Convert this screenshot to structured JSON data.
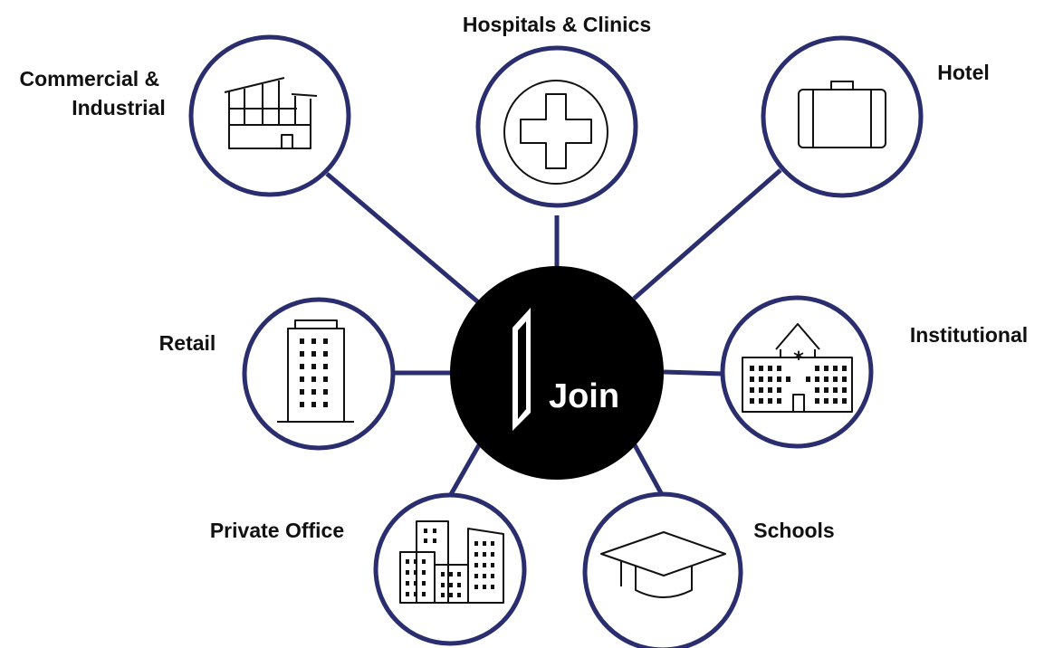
{
  "colors": {
    "ring": "#2a2e6e",
    "hub": "#000000",
    "icon": "#111111",
    "text": "#111111"
  },
  "hub": {
    "label": "Join",
    "icon": "door-icon"
  },
  "nodes": [
    {
      "id": "hospitals-clinics",
      "label_lines": [
        "Hospitals & Clinics"
      ],
      "icon": "medical-cross-icon"
    },
    {
      "id": "hotel",
      "label_lines": [
        "Hotel"
      ],
      "icon": "suitcase-icon"
    },
    {
      "id": "institutional",
      "label_lines": [
        "Institutional"
      ],
      "icon": "institution-building-icon"
    },
    {
      "id": "schools",
      "label_lines": [
        "Schools"
      ],
      "icon": "graduation-cap-icon"
    },
    {
      "id": "private-office",
      "label_lines": [
        "Private Office"
      ],
      "icon": "office-buildings-icon"
    },
    {
      "id": "retail",
      "label_lines": [
        "Retail"
      ],
      "icon": "tower-building-icon"
    },
    {
      "id": "commercial-industrial",
      "label_lines": [
        "Commercial &",
        "Industrial"
      ],
      "icon": "factory-icon"
    }
  ]
}
